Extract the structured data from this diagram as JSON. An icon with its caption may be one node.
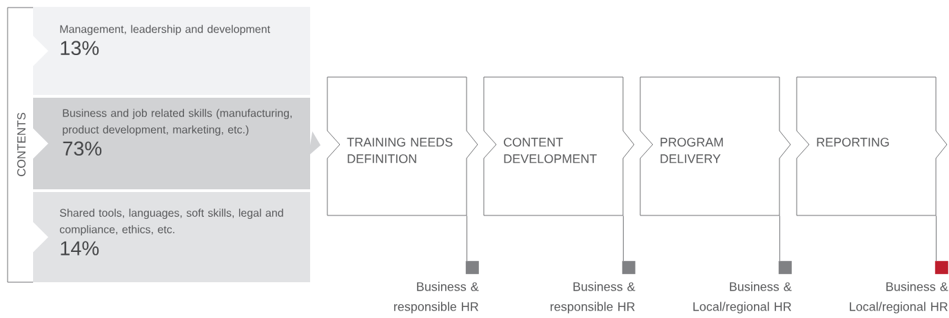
{
  "diagram": {
    "nodes": [
      {
        "text": [
          "Management, leadership and development",
          "13%"
        ]
      },
      {
        "text": [
          "Business and job related skills (manufacturing, product development, marketing, etc.)",
          "73%"
        ]
      },
      {
        "text": [
          "Shared tools, languages, soft skills, legal and compliance, ethics, etc.",
          "14%"
        ]
      },
      {
        "text": [
          "TRAINING NEEDS DEFINITION"
        ]
      },
      {
        "text": [
          "CONTENT DEVELOPMENT"
        ]
      },
      {
        "text": [
          "PROGRAM DELIVERY"
        ]
      },
      {
        "text": [
          "REPORTING"
        ]
      },
      {
        "text": [],
        "shape": "box",
        "beside": [
          "Business & responsible HR"
        ]
      },
      {
        "text": [],
        "shape": "box",
        "beside": [
          "Business & responsible HR"
        ]
      },
      {
        "text": [],
        "shape": "box",
        "beside": [
          "Business & Local/regional HR"
        ]
      },
      {
        "text": [],
        "shape": "box",
        "beside": [
          "Business & Local/regional HR"
        ]
      }
    ],
    "edges": [
      {
        "from": 1,
        "to": 3,
        "arrow": "to"
      },
      {
        "from": 3,
        "to": 7,
        "arrow": "none"
      },
      {
        "from": 4,
        "to": 8,
        "arrow": "none"
      },
      {
        "from": 5,
        "to": 9,
        "arrow": "none"
      },
      {
        "from": 6,
        "to": 10,
        "arrow": "none"
      }
    ],
    "labels": [
      "CONTENTS"
    ]
  }
}
